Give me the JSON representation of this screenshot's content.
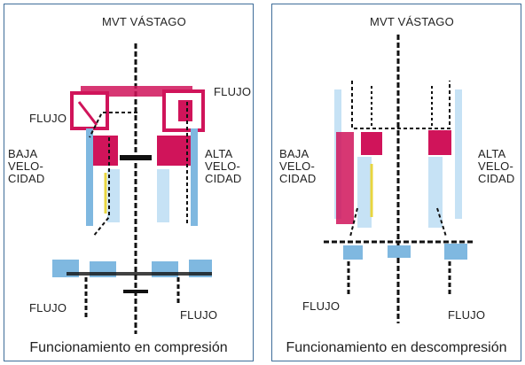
{
  "panels": [
    {
      "top_label": "MVT VÁSTAGO",
      "flow_upper_left": "FLUJO",
      "flow_upper_right": "FLUJO",
      "low_speed": [
        "BAJA",
        "VELO-",
        "CIDAD"
      ],
      "high_speed": [
        "ALTA",
        "VELO-",
        "CIDAD"
      ],
      "flow_lower_left": "FLUJO",
      "flow_lower_right": "FLUJO",
      "caption": "Funcionamiento en compresión"
    },
    {
      "top_label": "MVT VÁSTAGO",
      "low_speed": [
        "BAJA",
        "VELO-",
        "CIDAD"
      ],
      "high_speed": [
        "ALTA",
        "VELO-",
        "CIDAD"
      ],
      "flow_lower_left": "FLUJO",
      "flow_lower_right": "FLUJO",
      "caption": "Funcionamiento en descompresión"
    }
  ],
  "colors": {
    "frame": "#3f6d99",
    "magenta": "#d0145a",
    "blue": "#7fb8e0",
    "light_blue": "#c6e2f5",
    "yellow": "#e8d640",
    "ink": "#111111"
  }
}
